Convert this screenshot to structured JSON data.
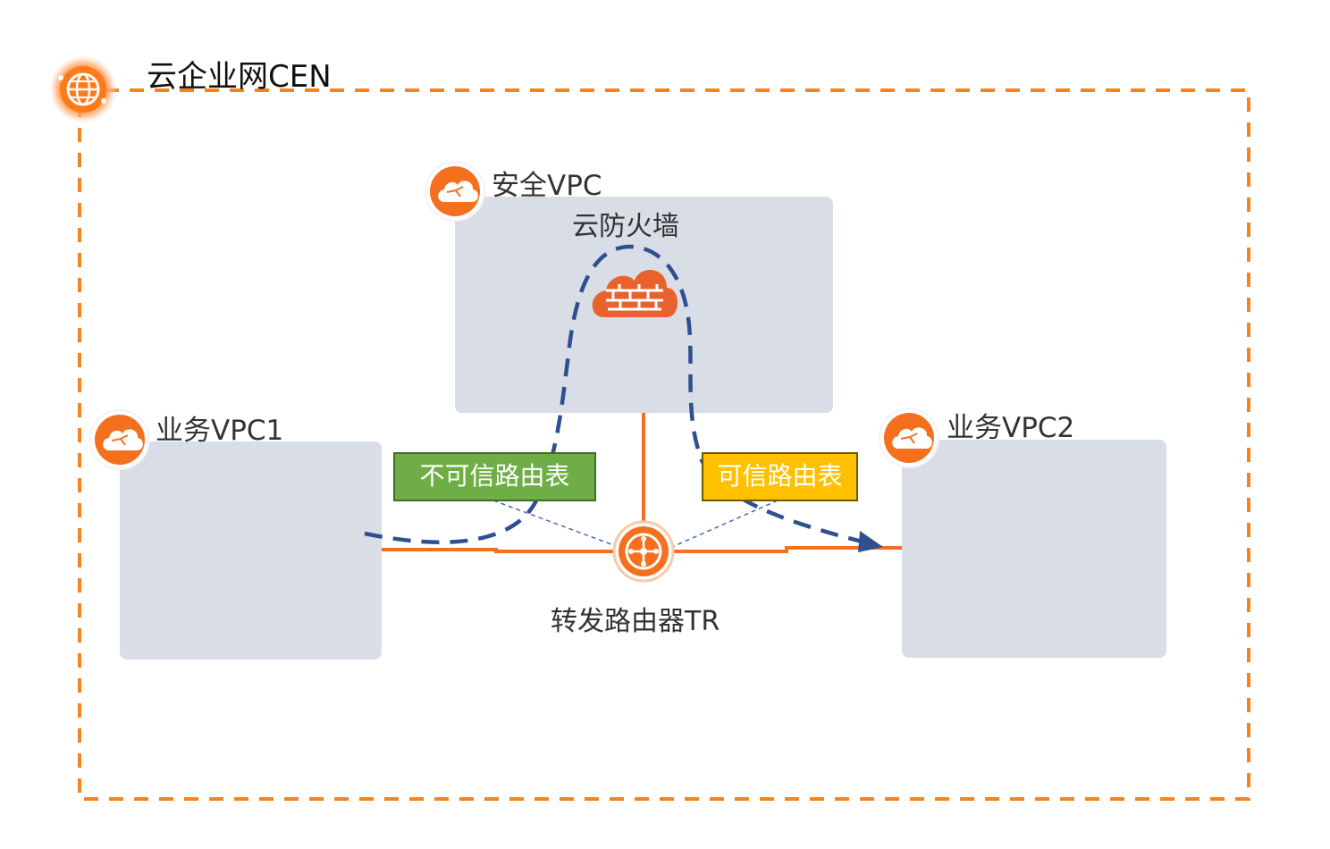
{
  "cen": {
    "title": "云企业网CEN",
    "icon": "globe-icon"
  },
  "security_vpc": {
    "label": "安全VPC",
    "firewall_label": "云防火墙",
    "icon": "cloud-icon",
    "firewall_icon": "firewall-cloud-icon"
  },
  "vpc1": {
    "label": "业务VPC1",
    "icon": "cloud-icon"
  },
  "vpc2": {
    "label": "业务VPC2",
    "icon": "cloud-icon"
  },
  "route_tables": {
    "untrusted": {
      "label": "不可信路由表",
      "color": "#6fae47"
    },
    "trusted": {
      "label": "可信路由表",
      "color": "#ffc000"
    }
  },
  "router": {
    "label": "转发路由器TR",
    "icon": "router-icon"
  },
  "colors": {
    "accent": "#f5701e",
    "box_fill": "#d9dde5",
    "flow_line": "#2f4f8f"
  }
}
